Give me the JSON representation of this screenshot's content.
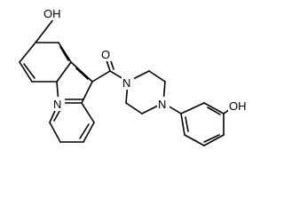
{
  "molecule": {
    "atom_labels": {
      "hydroxyl_top": "OH",
      "carbonyl_oxygen": "O",
      "acridine_nitrogen": "N",
      "piperazine_n1": "N",
      "piperazine_n4": "N",
      "hydroxyl_right": "OH"
    }
  }
}
